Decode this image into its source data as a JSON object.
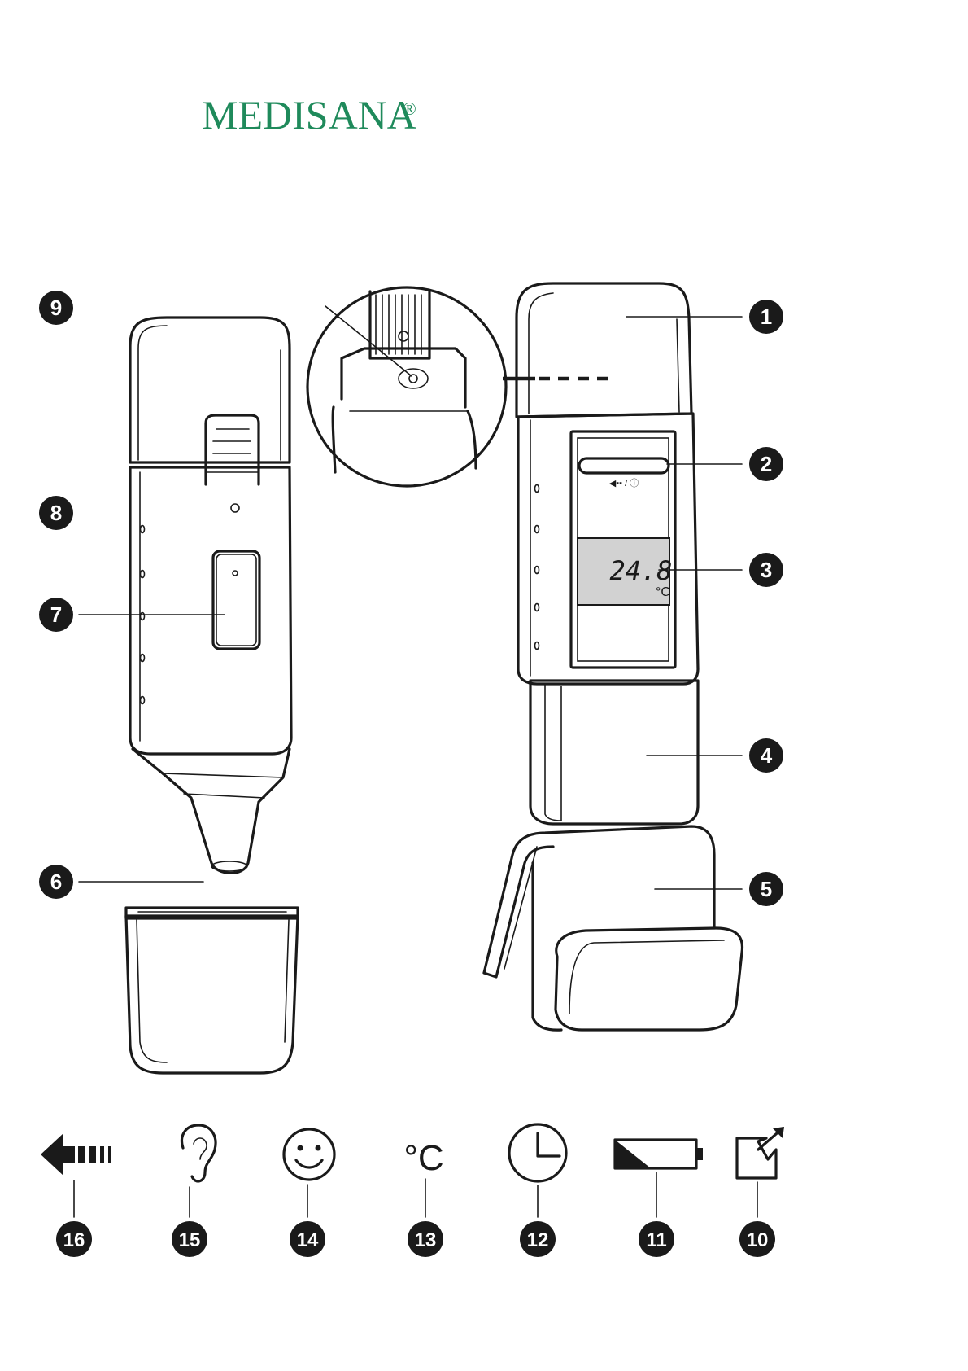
{
  "brand": {
    "name": "MEDISANA",
    "registered": "®"
  },
  "colors": {
    "brand_green": "#1f8a5b",
    "ink": "#1a1a1a",
    "lcd_fill": "#d2d2d2"
  },
  "display": {
    "reading": "24.8",
    "unit": "°C",
    "mode_symbols": "◀▪▪ / ⓘ"
  },
  "callouts": [
    "1",
    "2",
    "3",
    "4",
    "5",
    "6",
    "7",
    "8",
    "9"
  ],
  "symbols": [
    {
      "number": "16",
      "icon": "scan-arrow-icon"
    },
    {
      "number": "15",
      "icon": "ear-icon"
    },
    {
      "number": "14",
      "icon": "smiley-icon"
    },
    {
      "number": "13",
      "icon": "celsius-icon",
      "text": "°C"
    },
    {
      "number": "12",
      "icon": "clock-icon"
    },
    {
      "number": "11",
      "icon": "battery-low-icon"
    },
    {
      "number": "10",
      "icon": "external-use-icon"
    }
  ]
}
